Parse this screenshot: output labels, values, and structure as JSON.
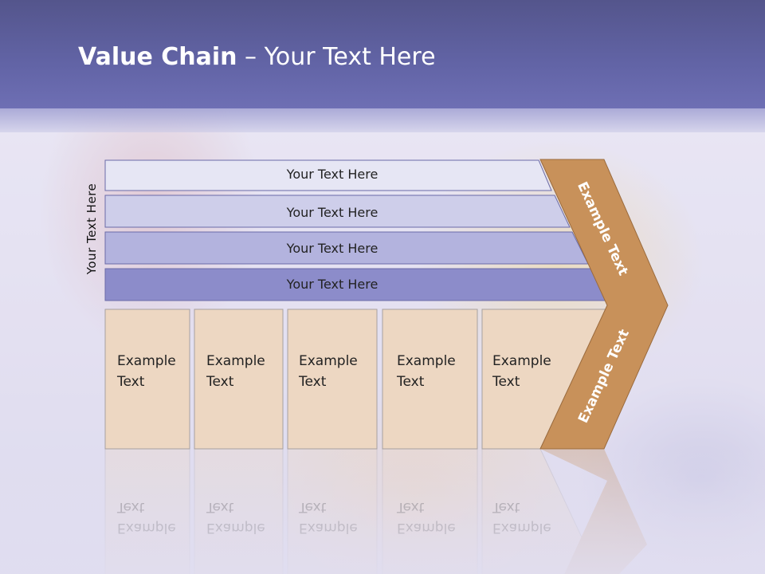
{
  "title": {
    "bold": "Value Chain",
    "rest": " – Your Text Here"
  },
  "side_label": "Your Text Here",
  "bands": [
    {
      "label": "Your Text Here",
      "color": "#e6e6f4"
    },
    {
      "label": "Your Text Here",
      "color": "#ceceea"
    },
    {
      "label": "Your Text Here",
      "color": "#b3b3de"
    },
    {
      "label": "Your Text Here",
      "color": "#8c8cca"
    }
  ],
  "boxes": [
    {
      "text": "Example Text"
    },
    {
      "text": "Example Text"
    },
    {
      "text": "Example Text"
    },
    {
      "text": "Example Text"
    },
    {
      "text": "Example Text"
    }
  ],
  "arrow": {
    "upper_label": "Example Text",
    "lower_label": "Example Text",
    "color": "#c8915a",
    "box_color": "#edd7c2"
  }
}
